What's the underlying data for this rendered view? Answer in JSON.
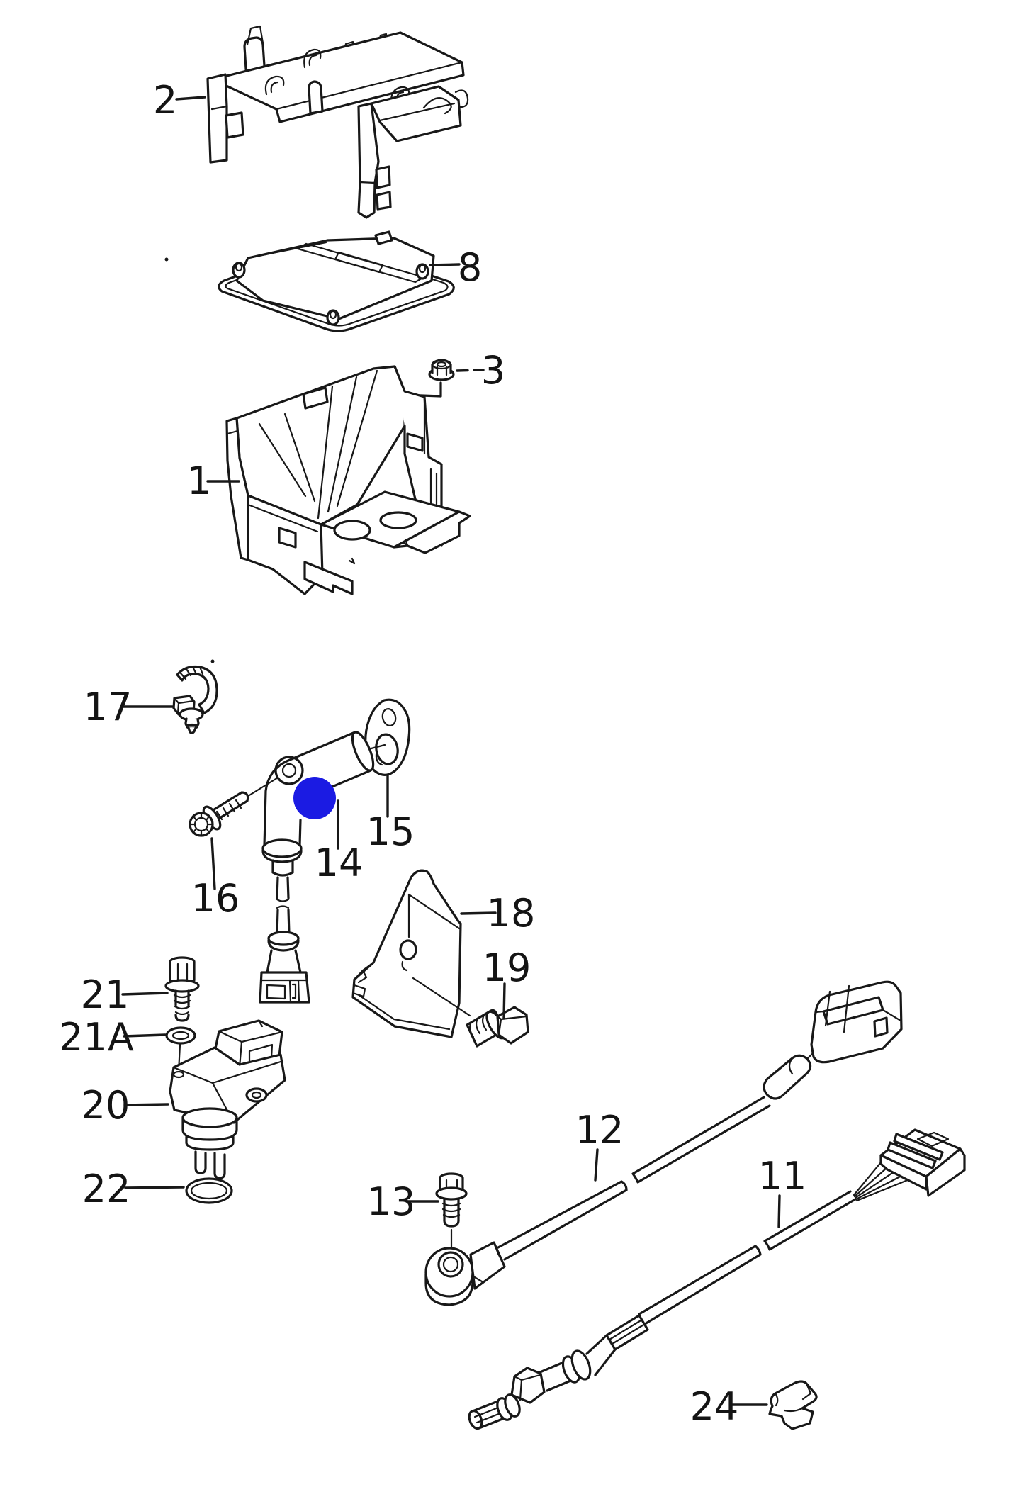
{
  "diagram": {
    "background_color": "#ffffff",
    "line_color": "#181818",
    "highlight": {
      "color": "#1b1be3",
      "marked_part": "14"
    },
    "callouts": [
      {
        "part": "2"
      },
      {
        "part": "8"
      },
      {
        "part": "3"
      },
      {
        "part": "1"
      },
      {
        "part": "17"
      },
      {
        "part": "16"
      },
      {
        "part": "14"
      },
      {
        "part": "15"
      },
      {
        "part": "18"
      },
      {
        "part": "19"
      },
      {
        "part": "21"
      },
      {
        "part": "21A"
      },
      {
        "part": "20"
      },
      {
        "part": "22"
      },
      {
        "part": "13"
      },
      {
        "part": "12"
      },
      {
        "part": "11"
      },
      {
        "part": "24"
      }
    ]
  }
}
